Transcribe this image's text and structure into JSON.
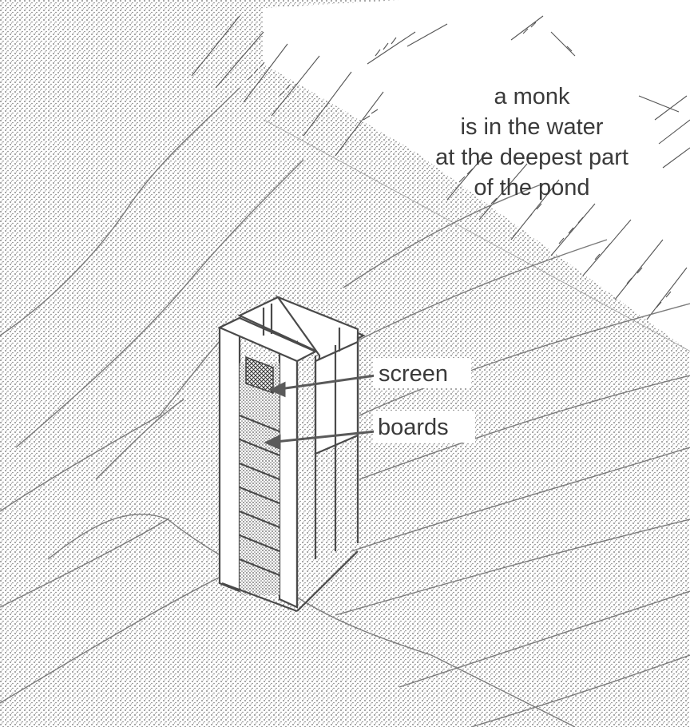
{
  "caption": {
    "lines": [
      "a monk",
      "is in the water",
      "at the deepest part",
      "of the pond"
    ]
  },
  "labels": {
    "screen": "screen",
    "boards": "boards"
  }
}
